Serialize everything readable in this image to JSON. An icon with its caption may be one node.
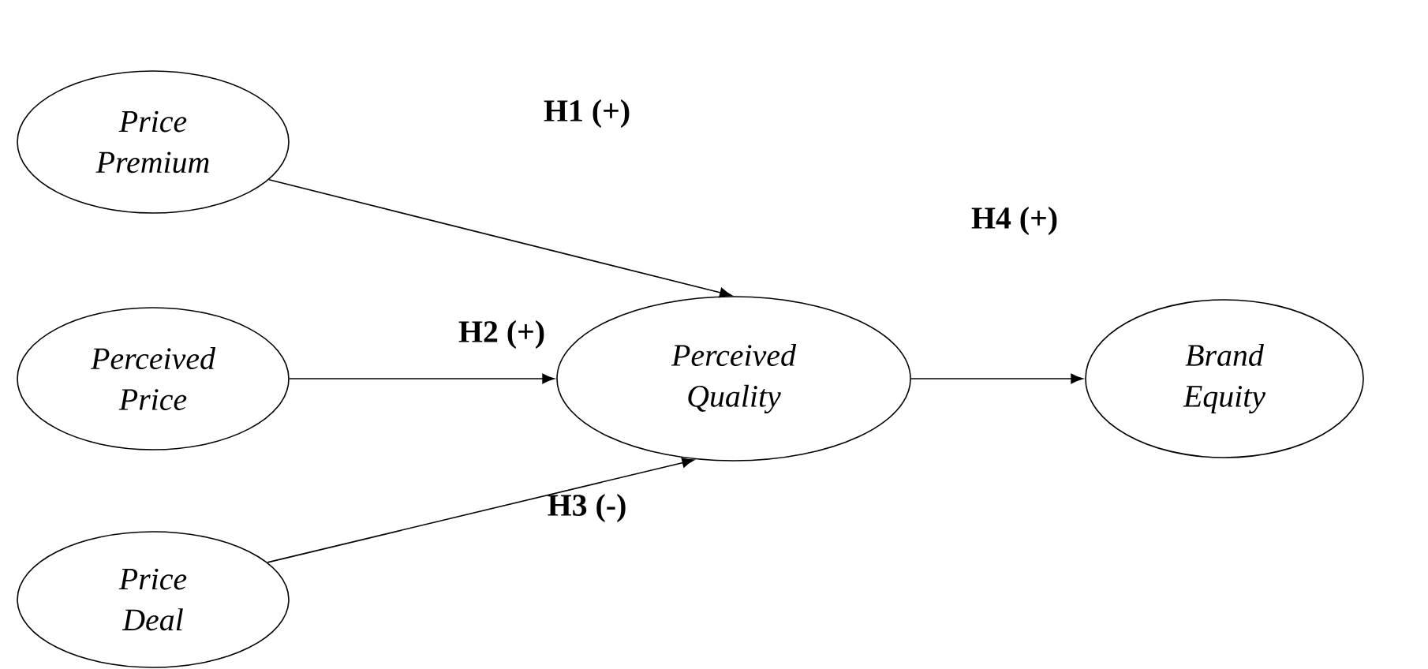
{
  "diagram": {
    "nodes": [
      {
        "text": [
          "Price Premium"
        ]
      },
      {
        "text": [
          "Perceived Price"
        ]
      },
      {
        "text": [
          "Price Deal"
        ]
      },
      {
        "text": [
          "Perceived Quality"
        ]
      },
      {
        "text": [
          "Brand Equity"
        ]
      }
    ],
    "edges": [
      {
        "from": 0,
        "to": 3,
        "arrow": "to",
        "label": "H1 (+)"
      },
      {
        "from": 1,
        "to": 3,
        "arrow": "to",
        "label": "H2 (+)"
      },
      {
        "from": 2,
        "to": 3,
        "arrow": "to",
        "label": "H3 (-)"
      },
      {
        "from": 3,
        "to": 4,
        "arrow": "to",
        "label": "H4 (+)"
      }
    ]
  }
}
